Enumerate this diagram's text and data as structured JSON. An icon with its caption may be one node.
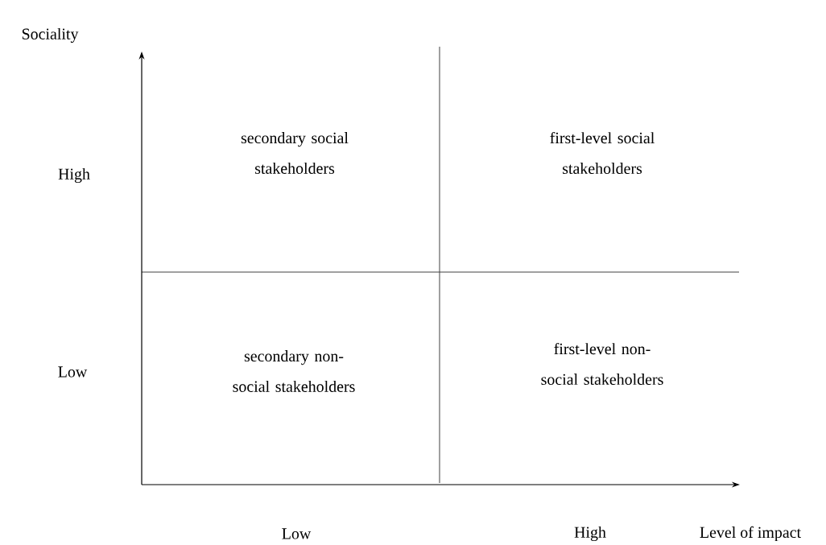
{
  "diagram": {
    "labels": [
      "Sociality",
      "secondary social stakeholders",
      "first-level social stakeholders",
      "High",
      "secondary non-social stakeholders",
      "first-level non-social stakeholders",
      "Low",
      "Low",
      "High",
      "Level of impact"
    ]
  }
}
